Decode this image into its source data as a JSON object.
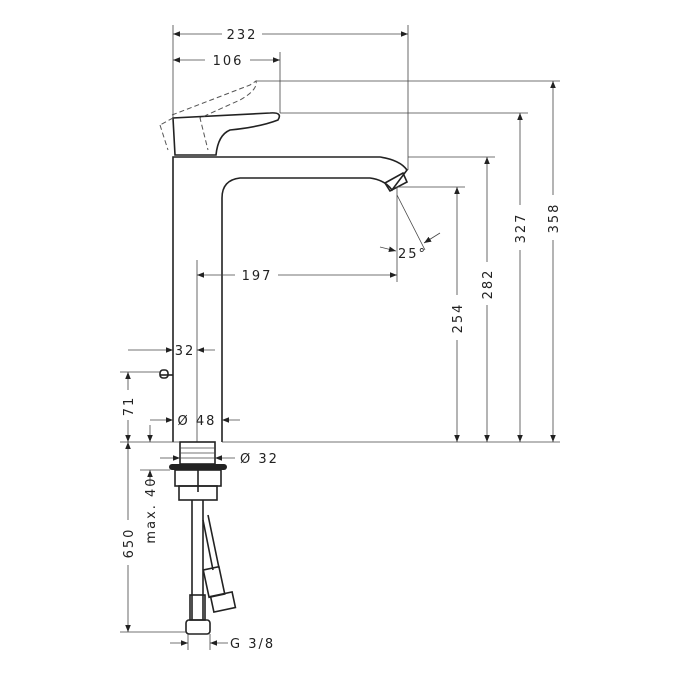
{
  "dimensions": {
    "width_total": "232",
    "lever_reach": "106",
    "spout_reach": "197",
    "spray_angle": "25°",
    "height_lever_raised": "358",
    "height_lever": "327",
    "height_spout_top": "282",
    "height_outlet": "254",
    "lever_offset": "32",
    "body_diameter": "Ø 48",
    "thread_diameter": "Ø 32",
    "popup_height": "71",
    "max_deck": "max. 40",
    "hose_length": "650",
    "connection": "G 3/8"
  }
}
